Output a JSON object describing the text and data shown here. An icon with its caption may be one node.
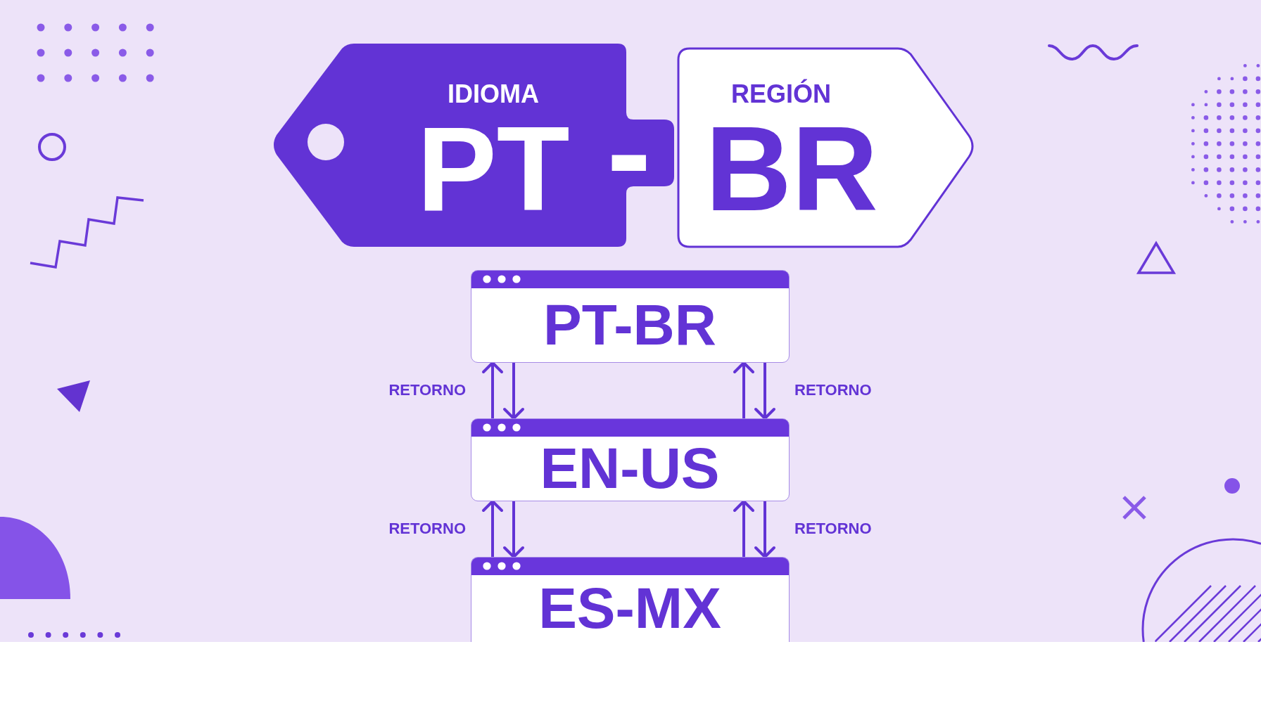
{
  "diagram": {
    "nodes": [
      {
        "text": [
          "IDIOMA",
          "PT",
          "-"
        ]
      },
      {
        "text": [
          "REGIÓN",
          "BR"
        ]
      },
      {
        "text": [
          "PT-BR"
        ]
      },
      {
        "text": [
          "EN-US"
        ]
      },
      {
        "text": [
          "ES-MX"
        ]
      }
    ],
    "edges": [
      {
        "from": 3,
        "to": 2,
        "arrow": "to",
        "label": "RETORNO"
      },
      {
        "from": 2,
        "to": 3,
        "arrow": "to"
      },
      {
        "from": 3,
        "to": 2,
        "arrow": "to"
      },
      {
        "from": 2,
        "to": 3,
        "arrow": "to",
        "label": "RETORNO"
      },
      {
        "from": 4,
        "to": 3,
        "arrow": "to",
        "label": "RETORNO"
      },
      {
        "from": 3,
        "to": 4,
        "arrow": "to"
      },
      {
        "from": 4,
        "to": 3,
        "arrow": "to"
      },
      {
        "from": 3,
        "to": 4,
        "arrow": "to",
        "label": "RETORNO"
      }
    ]
  }
}
